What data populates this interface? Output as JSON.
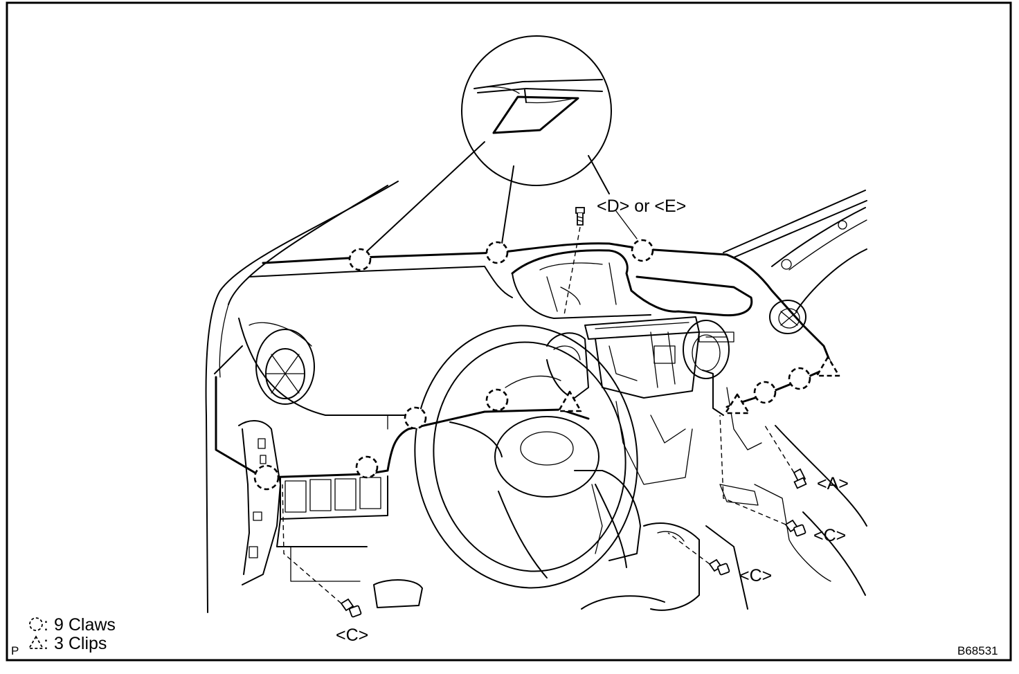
{
  "figure_id": "B68531",
  "corner_mark": "P",
  "callouts": {
    "d_or_e": "<D> or <E>",
    "a": "<A>",
    "c_right_upper": "<C>",
    "c_right_lower": "<C>",
    "c_bottom": "<C>"
  },
  "legend": {
    "claws": {
      "symbol": "○",
      "text": "9 Claws"
    },
    "clips": {
      "symbol": "△",
      "text": "3 Clips"
    }
  }
}
